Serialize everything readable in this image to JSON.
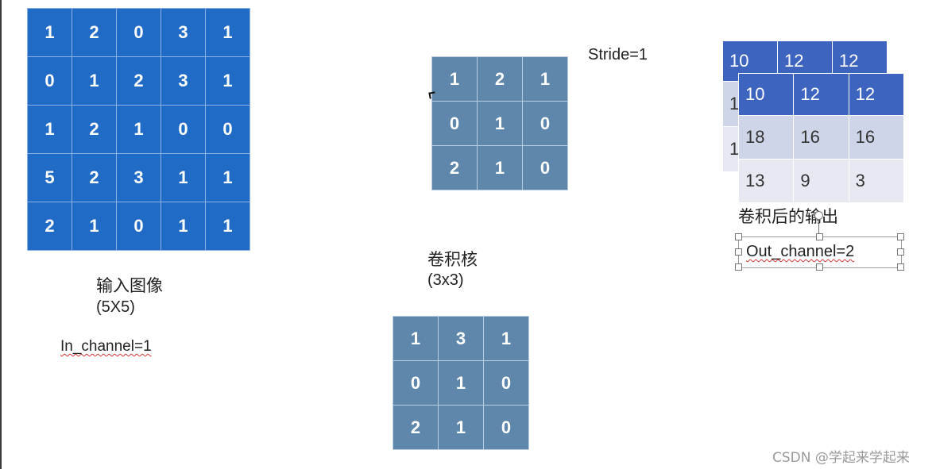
{
  "input_image": {
    "rows": [
      [
        "1",
        "2",
        "0",
        "3",
        "1"
      ],
      [
        "0",
        "1",
        "2",
        "3",
        "1"
      ],
      [
        "1",
        "2",
        "1",
        "0",
        "0"
      ],
      [
        "5",
        "2",
        "3",
        "1",
        "1"
      ],
      [
        "2",
        "1",
        "0",
        "1",
        "1"
      ]
    ],
    "title": "输入图像",
    "size": "(5X5)",
    "channel": "In_channel=1"
  },
  "kernels": [
    {
      "rows": [
        [
          "1",
          "2",
          "1"
        ],
        [
          "0",
          "1",
          "0"
        ],
        [
          "2",
          "1",
          "0"
        ]
      ]
    },
    {
      "rows": [
        [
          "1",
          "3",
          "1"
        ],
        [
          "0",
          "1",
          "0"
        ],
        [
          "2",
          "1",
          "0"
        ]
      ]
    }
  ],
  "kernel_label": {
    "title": "卷积核",
    "size": "(3x3)"
  },
  "stride": "Stride=1",
  "output": {
    "back": {
      "header": [
        "10",
        "12",
        "12"
      ],
      "rows": [
        [
          "1",
          "",
          ""
        ],
        [
          "1",
          "",
          ""
        ]
      ]
    },
    "front": {
      "header": [
        "10",
        "12",
        "12"
      ],
      "rows": [
        [
          "18",
          "16",
          "16"
        ],
        [
          "13",
          "9",
          "3"
        ]
      ]
    },
    "title": "卷积后的输出",
    "channel": "Out_channel=2"
  },
  "watermark": "CSDN @学起来学起来",
  "colors": {
    "input_fill": "#1f6bc6",
    "kernel_fill": "#5e87ab",
    "output_header": "#3d65c0",
    "output_row1": "#cfd5e8",
    "output_row2": "#e6e8f2"
  }
}
